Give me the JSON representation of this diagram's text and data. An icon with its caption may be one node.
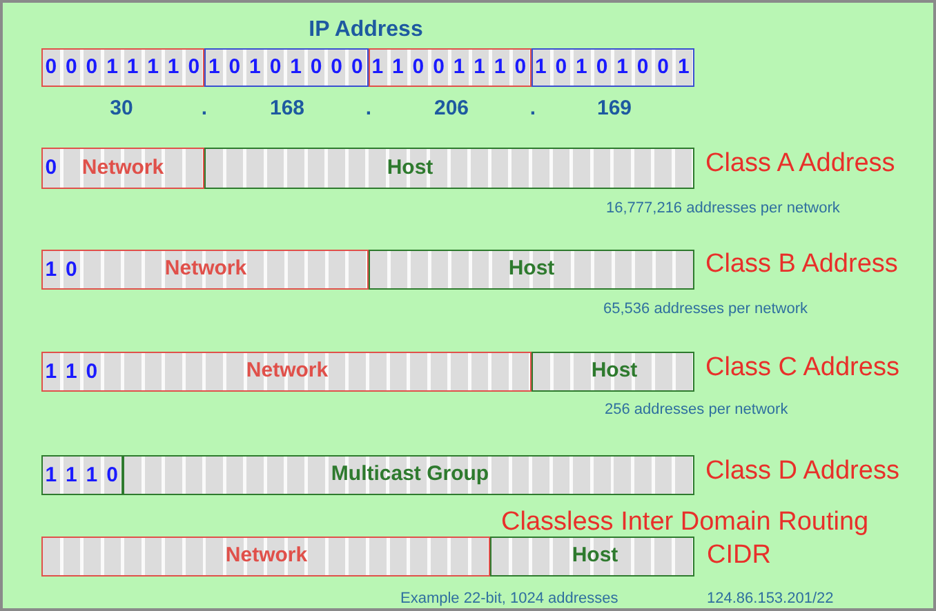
{
  "diagram": {
    "title": "IP Address",
    "nodes": [
      {
        "text": [
          "0",
          "0",
          "0",
          "1",
          "1",
          "1",
          "1",
          "0"
        ]
      },
      {
        "text": [
          "1",
          "0",
          "1",
          "0",
          "1",
          "0",
          "0",
          "0"
        ]
      },
      {
        "text": [
          "1",
          "1",
          "0",
          "0",
          "1",
          "1",
          "1",
          "0"
        ]
      },
      {
        "text": [
          "1",
          "0",
          "1",
          "0",
          "1",
          "0",
          "0",
          "1"
        ]
      },
      {
        "text": [
          "0",
          "Network"
        ]
      },
      {
        "text": [
          "Host"
        ]
      },
      {
        "text": [
          "1",
          "0",
          "Network"
        ]
      },
      {
        "text": [
          "Host"
        ]
      },
      {
        "text": [
          "1",
          "1",
          "0",
          "Network"
        ]
      },
      {
        "text": [
          "Host"
        ]
      },
      {
        "text": [
          "1",
          "1",
          "1",
          "0"
        ]
      },
      {
        "text": [
          "Multicast Group"
        ]
      },
      {
        "text": [
          "Network"
        ]
      },
      {
        "text": [
          "Host"
        ]
      }
    ],
    "labels": [
      "30",
      ".",
      "168",
      ".",
      "206",
      ".",
      "169",
      "Class A Address",
      "16,777,216 addresses per network",
      "Class B Address",
      "65,536 addresses per network",
      "Class C Address",
      "256 addresses per network",
      "Class D Address",
      "Classless Inter Domain Routing",
      "CIDR",
      "Example 22-bit, 1024 addresses",
      "124.86.153.201/22"
    ]
  }
}
